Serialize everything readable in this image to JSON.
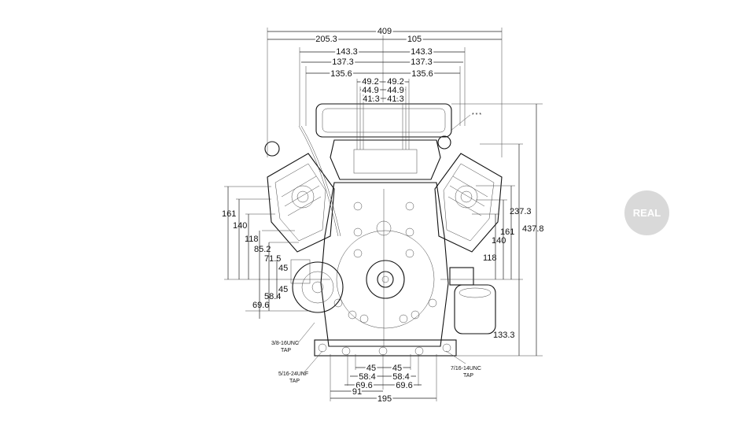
{
  "badge": "REAL",
  "dims": {
    "overall_width": "409",
    "left_205": "205.3",
    "right_105": "105",
    "l_143": "143.3",
    "r_143": "143.3",
    "l_137": "137.3",
    "r_137": "137.3",
    "l_135": "135.6",
    "r_135": "135.6",
    "l_492": "49.2",
    "r_492": "49.2",
    "l_449": "44.9",
    "r_449": "44.9",
    "l_413": "41.3",
    "r_413": "41.3",
    "left_161": "161",
    "left_140": "140",
    "left_118": "118",
    "left_852": "85.2",
    "left_715": "71.5",
    "left_45a": "45",
    "left_45b": "45",
    "left_584": "58.4",
    "left_696": "69.6",
    "right_2373": "237.3",
    "right_4378": "437.8",
    "right_161": "161",
    "right_140": "140",
    "right_118": "118",
    "right_1333": "133.3",
    "bot_l45": "45",
    "bot_r45": "45",
    "bot_l584": "58.4",
    "bot_r584": "58.4",
    "bot_l696": "69.6",
    "bot_r696": "69.6",
    "bot_91": "91",
    "bot_195": "195"
  },
  "notes": {
    "tap_38_a": "3/8-16UNC",
    "tap_38_b": "TAP",
    "tap_516_a": "5/16-24UNF",
    "tap_516_b": "TAP",
    "tap_716_a": "7/16-14UNC",
    "tap_716_b": "TAP"
  }
}
